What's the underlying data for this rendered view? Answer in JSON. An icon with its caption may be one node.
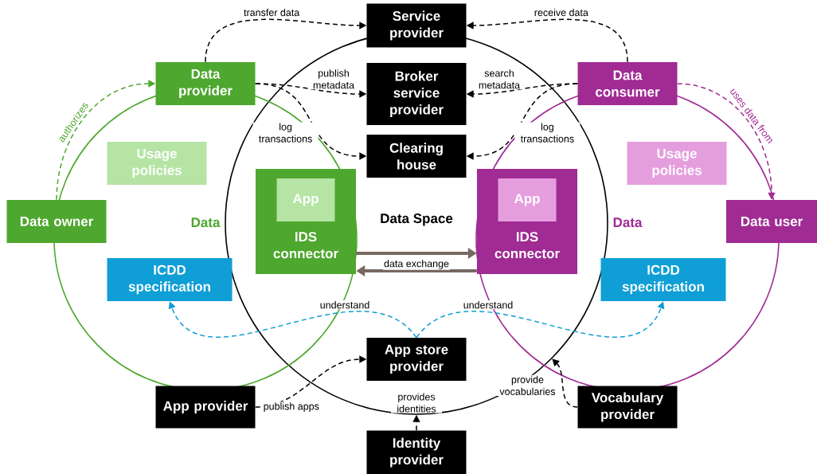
{
  "diagram": {
    "nodes": [
      {
        "text": [
          "Data Space"
        ]
      },
      {
        "text": [
          "Data"
        ]
      },
      {
        "text": [
          "Data"
        ]
      },
      {
        "text": [
          "Service provider"
        ]
      },
      {
        "text": [
          "Data provider"
        ]
      },
      {
        "text": [
          "Broker service provider"
        ],
        "in": 0
      },
      {
        "text": [
          "Data consumer"
        ]
      },
      {
        "text": [
          "Clearing house"
        ],
        "in": 0
      },
      {
        "text": [
          "Usage policies"
        ],
        "in": 1
      },
      {
        "text": [
          "Usage policies"
        ],
        "in": 2
      },
      {
        "text": [
          "Data owner"
        ]
      },
      {
        "text": [
          "IDS connector"
        ]
      },
      {
        "text": [
          "App"
        ],
        "in": 11
      },
      {
        "text": [
          "IDS connector"
        ]
      },
      {
        "text": [
          "App"
        ],
        "in": 13
      },
      {
        "text": [
          "Data user"
        ]
      },
      {
        "text": [
          "ICDD specification"
        ],
        "in": 1
      },
      {
        "text": [
          "ICDD specification"
        ],
        "in": 2
      },
      {
        "text": [
          "App store provider"
        ],
        "in": 0
      },
      {
        "text": [
          "App provider"
        ]
      },
      {
        "text": [
          "Vocabulary provider"
        ]
      },
      {
        "text": [
          "Identity provider"
        ]
      }
    ],
    "edges": [
      {
        "from": 4,
        "to": 3,
        "arrow": "to",
        "style": "dashed",
        "label": "transfer data"
      },
      {
        "from": 6,
        "to": 3,
        "arrow": "to",
        "style": "dashed",
        "label": "receive data"
      },
      {
        "from": 4,
        "to": 5,
        "arrow": "to",
        "style": "dashed",
        "label": "publish metadata"
      },
      {
        "from": 6,
        "to": 5,
        "arrow": "to",
        "style": "dashed",
        "label": "search metadata"
      },
      {
        "from": 4,
        "to": 7,
        "arrow": "to",
        "style": "dashed",
        "label": "log transactions"
      },
      {
        "from": 6,
        "to": 7,
        "arrow": "to",
        "style": "dashed",
        "label": "log transactions"
      },
      {
        "from": 10,
        "to": 4,
        "arrow": "to",
        "style": "dashed",
        "color": "#4ea72e",
        "label": "authorizes"
      },
      {
        "from": 6,
        "to": 15,
        "arrow": "to",
        "style": "dashed",
        "color": "#a02b93",
        "label": "uses data from"
      },
      {
        "from": 11,
        "to": 13,
        "arrow": "to",
        "style": "thick",
        "color": "#776961"
      },
      {
        "from": 13,
        "to": 11,
        "arrow": "to",
        "style": "thick",
        "color": "#776961",
        "label": "data exchange"
      },
      {
        "from": 18,
        "to": 16,
        "arrow": "to",
        "style": "dashed",
        "color": "#0f9ed5",
        "label": "understand"
      },
      {
        "from": 18,
        "to": 17,
        "arrow": "to",
        "style": "dashed",
        "color": "#0f9ed5",
        "label": "understand"
      },
      {
        "from": 19,
        "to": 18,
        "arrow": "to",
        "style": "dashed",
        "label": "publish apps"
      },
      {
        "from": 21,
        "to": 0,
        "arrow": "to",
        "style": "dashed",
        "label": "provides identities"
      },
      {
        "from": 20,
        "to": 0,
        "arrow": "to",
        "style": "dashed",
        "label": "provide vocabularies"
      }
    ]
  }
}
